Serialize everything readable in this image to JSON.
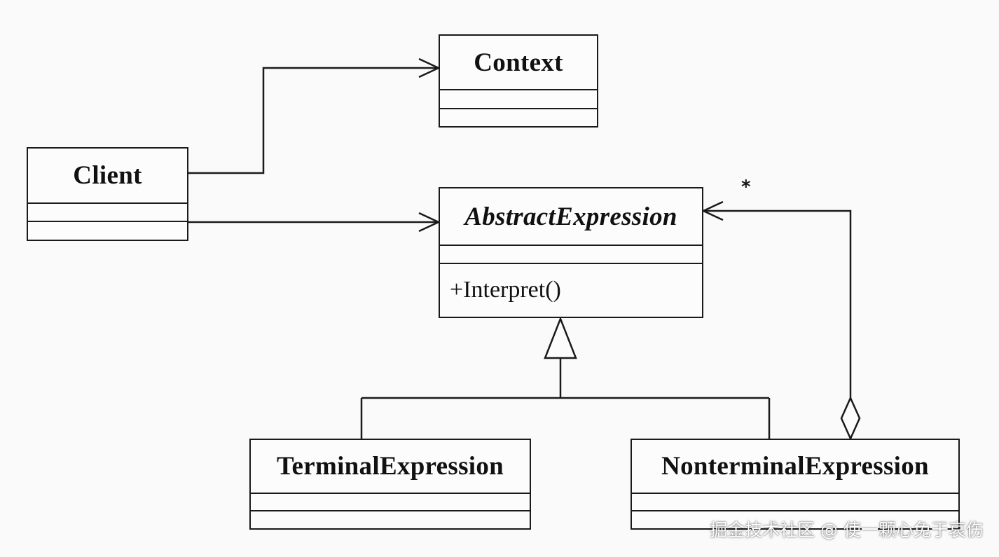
{
  "diagram": {
    "classes": {
      "context": {
        "name": "Context",
        "abstract": false,
        "operations": []
      },
      "client": {
        "name": "Client",
        "abstract": false,
        "operations": []
      },
      "abstract_expression": {
        "name": "AbstractExpression",
        "abstract": true,
        "operations": [
          "+Interpret()"
        ]
      },
      "terminal_expression": {
        "name": "TerminalExpression",
        "abstract": false,
        "operations": []
      },
      "nonterminal_expression": {
        "name": "NonterminalExpression",
        "abstract": false,
        "operations": []
      }
    },
    "relationships": [
      {
        "from": "Client",
        "to": "Context",
        "type": "association"
      },
      {
        "from": "Client",
        "to": "AbstractExpression",
        "type": "association"
      },
      {
        "from": "TerminalExpression",
        "to": "AbstractExpression",
        "type": "generalization"
      },
      {
        "from": "NonterminalExpression",
        "to": "AbstractExpression",
        "type": "generalization"
      },
      {
        "from": "NonterminalExpression",
        "to": "AbstractExpression",
        "type": "aggregation",
        "multiplicity": "*"
      }
    ],
    "aggregation_multiplicity": "*"
  },
  "watermark": "掘金技术社区 @ 使一颗心免于哀伤",
  "colors": {
    "line": "#1a1a1a",
    "background": "#fafafa"
  }
}
